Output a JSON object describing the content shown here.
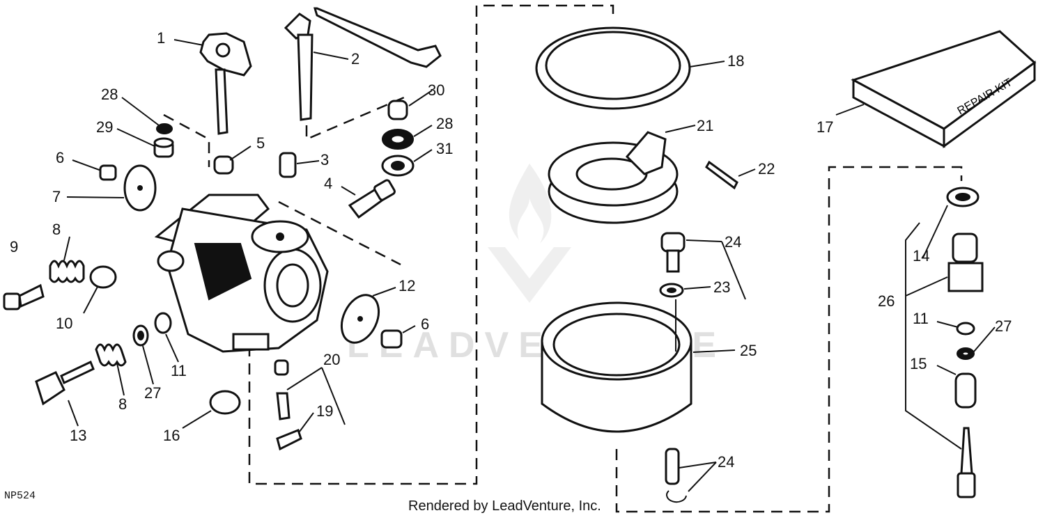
{
  "drawing_code": "NP524",
  "credit": "Rendered by LeadVenture, Inc.",
  "watermark": "LEADVENTURE",
  "kit_label": "REPAIR KIT",
  "callouts": {
    "c1": "1",
    "c2": "2",
    "c3": "3",
    "c4": "4",
    "c5": "5",
    "c6a": "6",
    "c6b": "6",
    "c7": "7",
    "c8a": "8",
    "c8b": "8",
    "c9": "9",
    "c10": "10",
    "c11a": "11",
    "c11b": "11",
    "c12": "12",
    "c13": "13",
    "c14": "14",
    "c15": "15",
    "c16": "16",
    "c17": "17",
    "c18": "18",
    "c19": "19",
    "c20": "20",
    "c21": "21",
    "c22": "22",
    "c23": "23",
    "c24a": "24",
    "c24b": "24",
    "c25": "25",
    "c26": "26",
    "c27a": "27",
    "c27b": "27",
    "c28a": "28",
    "c28b": "28",
    "c29": "29",
    "c30": "30",
    "c31": "31"
  }
}
